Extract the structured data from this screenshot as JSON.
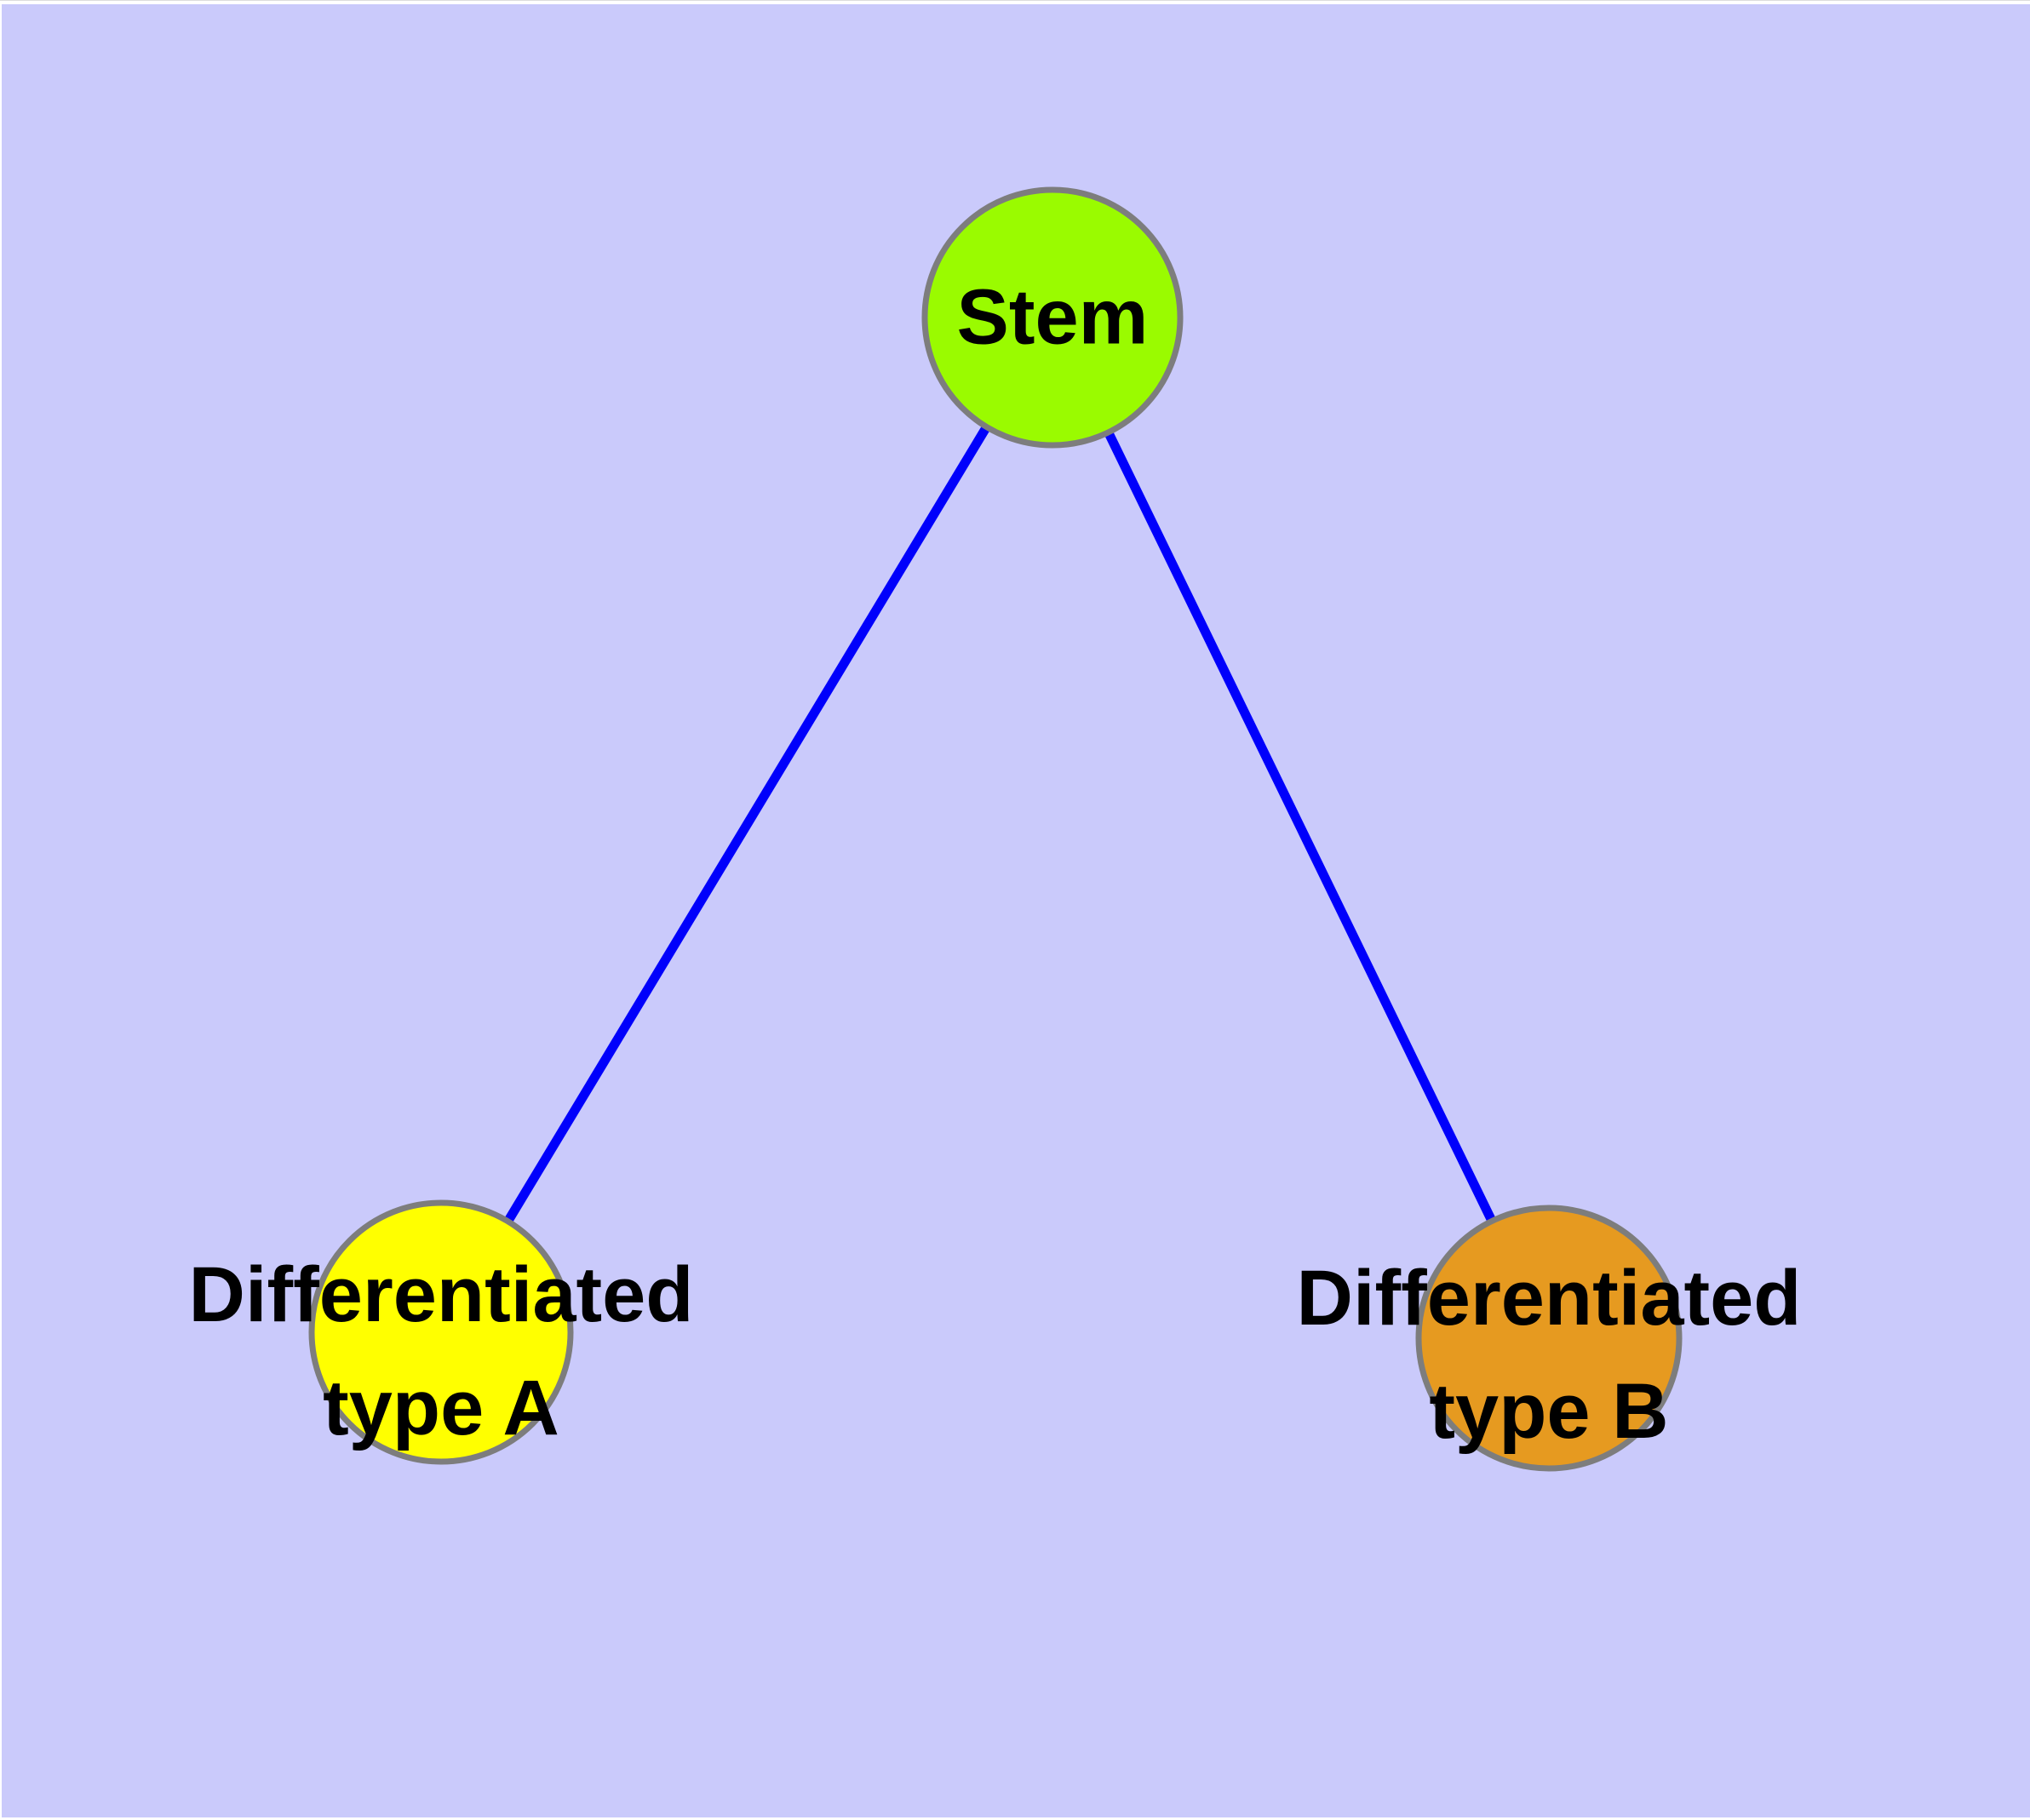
{
  "figure": {
    "background_color": "#ffffff",
    "panel_color": "#cacafb",
    "label_color": "#000000"
  },
  "graph": {
    "nodes": [
      {
        "id": "stem",
        "label": "Stem",
        "fill": "#9afb00",
        "border": "#7d7d7d"
      },
      {
        "id": "diff-a",
        "label": "Differentiated\ntype A",
        "fill": "#ffff00",
        "border": "#7d7d7d"
      },
      {
        "id": "diff-b",
        "label": "Differentiated\ntype B",
        "fill": "#e69a20",
        "border": "#7d7d7d"
      }
    ],
    "edges": [
      {
        "source": "stem",
        "target": "diff-a",
        "color": "#0000fb"
      },
      {
        "source": "stem",
        "target": "diff-b",
        "color": "#0000fb"
      }
    ]
  }
}
